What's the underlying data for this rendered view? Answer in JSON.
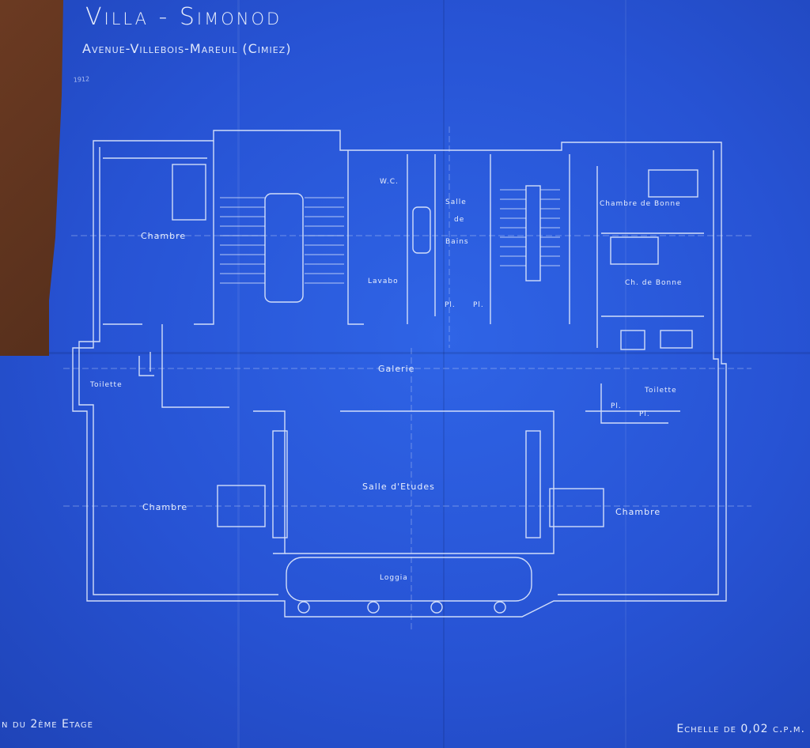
{
  "sheet": {
    "title": "Villa - Simonod",
    "subtitle": "Avenue-Villebois-Mareuil (Cimiez)",
    "stamp": "1912",
    "plan_title": "n du 2ème Etage",
    "scale": "Echelle de 0,02 c.p.m."
  },
  "rooms": {
    "chambre_nw": "Chambre",
    "wc": "W.C.",
    "salle_bains_1": "Salle",
    "salle_bains_2": "de",
    "salle_bains_3": "Bains",
    "lavabo": "Lavabo",
    "chambre_bonne": "Chambre de Bonne",
    "ch_bonne": "Ch. de Bonne",
    "galerie": "Galerie",
    "toilette_w": "Toilette",
    "toilette_e": "Toilette",
    "chambre_sw": "Chambre",
    "salle_etudes": "Salle d'Etudes",
    "chambre_se": "Chambre",
    "loggia": "Loggia",
    "pl_1": "Pl.",
    "pl_2": "Pl.",
    "pl_3": "Pl.",
    "pl_4": "Pl."
  },
  "colors": {
    "paper": "#2753d4",
    "line": "#e4ecfd"
  }
}
